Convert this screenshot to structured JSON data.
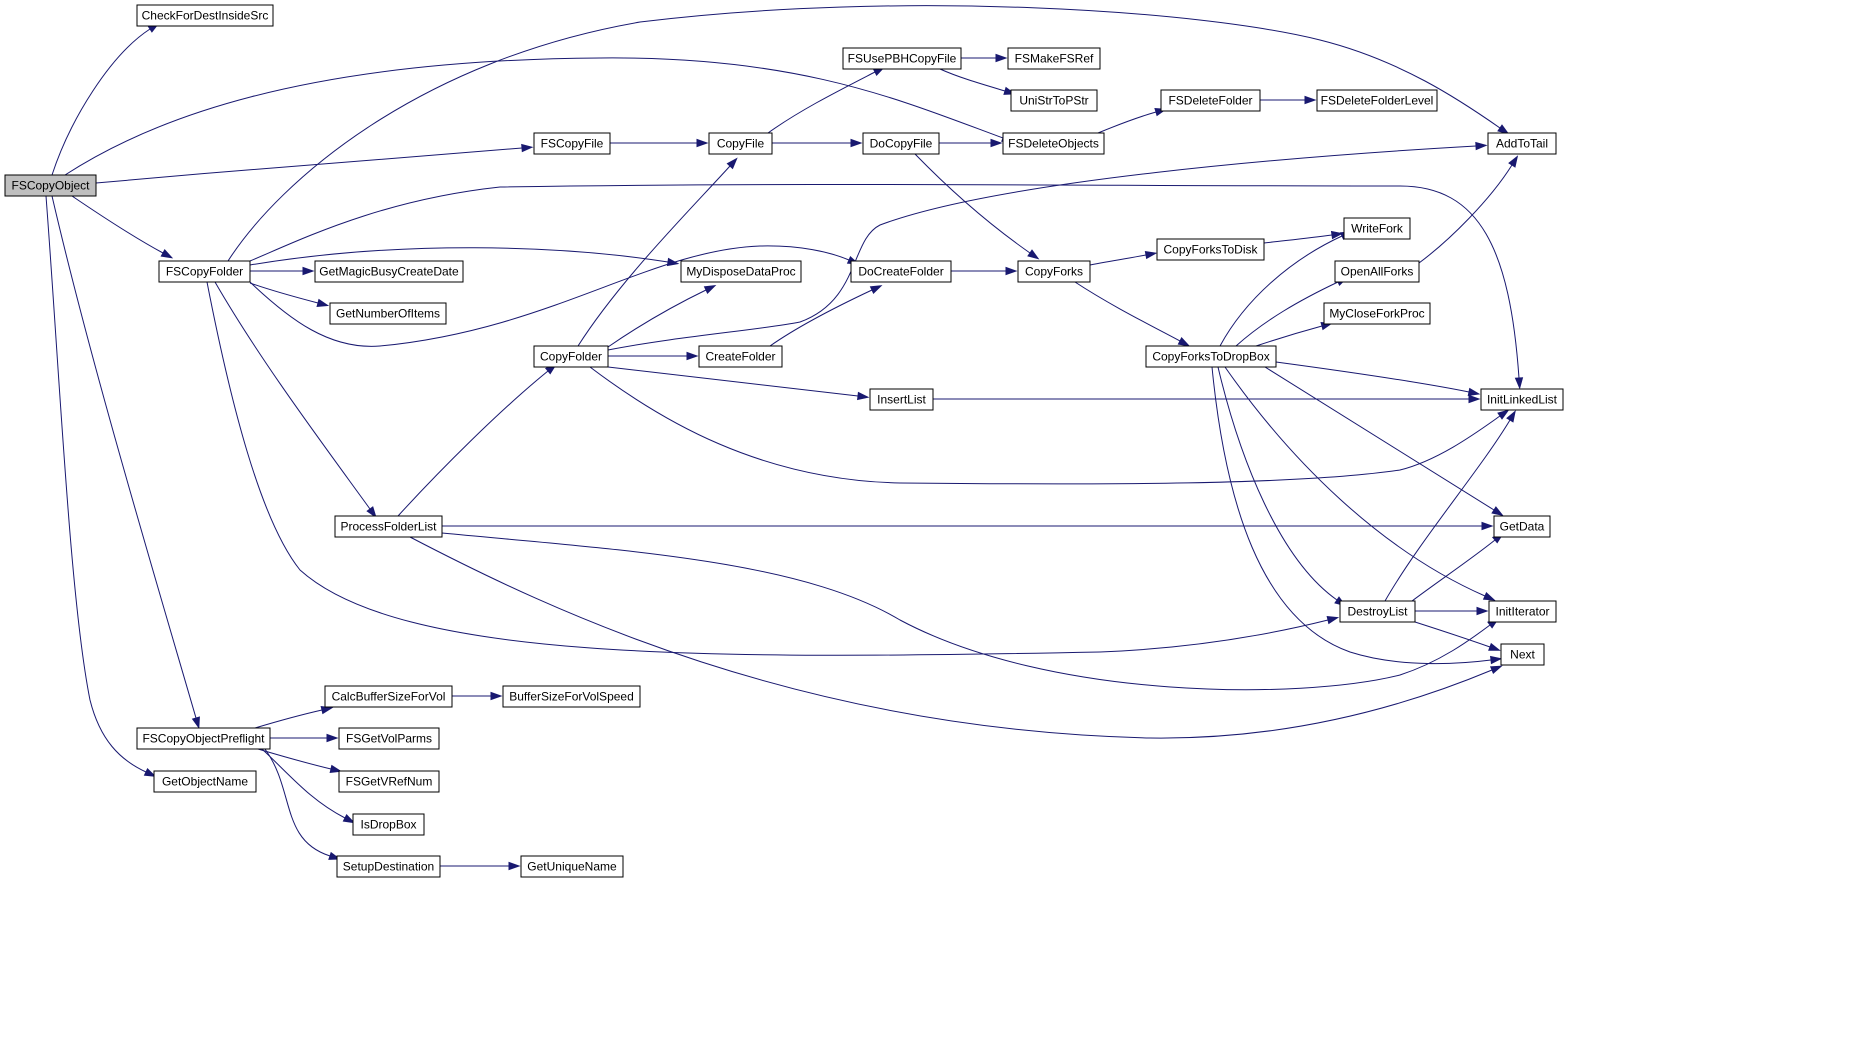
{
  "colors": {
    "edge": "#191970",
    "node_fill": "#ffffff",
    "root_fill": "#bfbfbf",
    "node_border": "#000000"
  },
  "nodes": {
    "FSCopyObject": "FSCopyObject",
    "CheckForDestInsideSrc": "CheckForDestInsideSrc",
    "FSCopyFile": "FSCopyFile",
    "CopyFile": "CopyFile",
    "FSUsePBHCopyFile": "FSUsePBHCopyFile",
    "FSMakeFSRef": "FSMakeFSRef",
    "UniStrToPStr": "UniStrToPStr",
    "DoCopyFile": "DoCopyFile",
    "FSDeleteObjects": "FSDeleteObjects",
    "FSDeleteFolder": "FSDeleteFolder",
    "FSDeleteFolderLevel": "FSDeleteFolderLevel",
    "AddToTail": "AddToTail",
    "FSCopyFolder": "FSCopyFolder",
    "GetMagicBusyCreateDate": "GetMagicBusyCreateDate",
    "GetNumberOfItems": "GetNumberOfItems",
    "MyDisposeDataProc": "MyDisposeDataProc",
    "DoCreateFolder": "DoCreateFolder",
    "CopyForks": "CopyForks",
    "CopyForksToDisk": "CopyForksToDisk",
    "WriteFork": "WriteFork",
    "OpenAllForks": "OpenAllForks",
    "MyCloseForkProc": "MyCloseForkProc",
    "CopyFolder": "CopyFolder",
    "CreateFolder": "CreateFolder",
    "CopyForksToDropBox": "CopyForksToDropBox",
    "InsertList": "InsertList",
    "InitLinkedList": "InitLinkedList",
    "ProcessFolderList": "ProcessFolderList",
    "GetData": "GetData",
    "DestroyList": "DestroyList",
    "InitIterator": "InitIterator",
    "Next": "Next",
    "CalcBufferSizeForVol": "CalcBufferSizeForVol",
    "BufferSizeForVolSpeed": "BufferSizeForVolSpeed",
    "FSCopyObjectPreflight": "FSCopyObjectPreflight",
    "FSGetVolParms": "FSGetVolParms",
    "GetObjectName": "GetObjectName",
    "FSGetVRefNum": "FSGetVRefNum",
    "IsDropBox": "IsDropBox",
    "SetupDestination": "SetupDestination",
    "GetUniqueName": "GetUniqueName"
  },
  "edges": [
    [
      "FSCopyObject",
      "CheckForDestInsideSrc"
    ],
    [
      "FSCopyObject",
      "FSDeleteObjects"
    ],
    [
      "FSCopyObject",
      "FSCopyFile"
    ],
    [
      "FSCopyObject",
      "FSCopyFolder"
    ],
    [
      "FSCopyObject",
      "FSCopyObjectPreflight"
    ],
    [
      "FSCopyObject",
      "GetObjectName"
    ],
    [
      "FSCopyObject",
      "InitLinkedList"
    ],
    [
      "FSCopyFile",
      "CopyFile"
    ],
    [
      "CopyFile",
      "FSUsePBHCopyFile"
    ],
    [
      "CopyFile",
      "DoCopyFile"
    ],
    [
      "FSUsePBHCopyFile",
      "FSMakeFSRef"
    ],
    [
      "FSUsePBHCopyFile",
      "UniStrToPStr"
    ],
    [
      "DoCopyFile",
      "FSDeleteObjects"
    ],
    [
      "DoCopyFile",
      "CopyForks"
    ],
    [
      "FSDeleteObjects",
      "FSDeleteFolder"
    ],
    [
      "FSDeleteFolder",
      "FSDeleteFolderLevel"
    ],
    [
      "FSCopyFolder",
      "AddToTail"
    ],
    [
      "FSCopyFolder",
      "GetMagicBusyCreateDate"
    ],
    [
      "FSCopyFolder",
      "GetNumberOfItems"
    ],
    [
      "FSCopyFolder",
      "MyDisposeDataProc"
    ],
    [
      "FSCopyFolder",
      "DoCreateFolder"
    ],
    [
      "FSCopyFolder",
      "ProcessFolderList"
    ],
    [
      "FSCopyFolder",
      "DestroyList"
    ],
    [
      "DoCreateFolder",
      "CopyForks"
    ],
    [
      "CopyForks",
      "CopyForksToDisk"
    ],
    [
      "CopyForks",
      "CopyForksToDropBox"
    ],
    [
      "CopyForksToDisk",
      "WriteFork"
    ],
    [
      "CopyForksToDropBox",
      "WriteFork"
    ],
    [
      "CopyForksToDropBox",
      "OpenAllForks"
    ],
    [
      "CopyForksToDropBox",
      "MyCloseForkProc"
    ],
    [
      "CopyForksToDropBox",
      "InitLinkedList"
    ],
    [
      "CopyForksToDropBox",
      "GetData"
    ],
    [
      "CopyForksToDropBox",
      "DestroyList"
    ],
    [
      "CopyForksToDropBox",
      "InitIterator"
    ],
    [
      "CopyForksToDropBox",
      "Next"
    ],
    [
      "OpenAllForks",
      "AddToTail"
    ],
    [
      "CopyFolder",
      "CopyFile"
    ],
    [
      "CopyFolder",
      "MyDisposeDataProc"
    ],
    [
      "CopyFolder",
      "CreateFolder"
    ],
    [
      "CopyFolder",
      "AddToTail"
    ],
    [
      "CopyFolder",
      "InsertList"
    ],
    [
      "CopyFolder",
      "InitLinkedList"
    ],
    [
      "CreateFolder",
      "DoCreateFolder"
    ],
    [
      "InsertList",
      "InitLinkedList"
    ],
    [
      "ProcessFolderList",
      "CopyFolder"
    ],
    [
      "ProcessFolderList",
      "GetData"
    ],
    [
      "ProcessFolderList",
      "InitIterator"
    ],
    [
      "ProcessFolderList",
      "Next"
    ],
    [
      "DestroyList",
      "InitLinkedList"
    ],
    [
      "DestroyList",
      "GetData"
    ],
    [
      "DestroyList",
      "InitIterator"
    ],
    [
      "DestroyList",
      "Next"
    ],
    [
      "FSCopyObjectPreflight",
      "CalcBufferSizeForVol"
    ],
    [
      "FSCopyObjectPreflight",
      "FSGetVolParms"
    ],
    [
      "FSCopyObjectPreflight",
      "FSGetVRefNum"
    ],
    [
      "FSCopyObjectPreflight",
      "IsDropBox"
    ],
    [
      "FSCopyObjectPreflight",
      "SetupDestination"
    ],
    [
      "CalcBufferSizeForVol",
      "BufferSizeForVolSpeed"
    ],
    [
      "SetupDestination",
      "GetUniqueName"
    ]
  ]
}
